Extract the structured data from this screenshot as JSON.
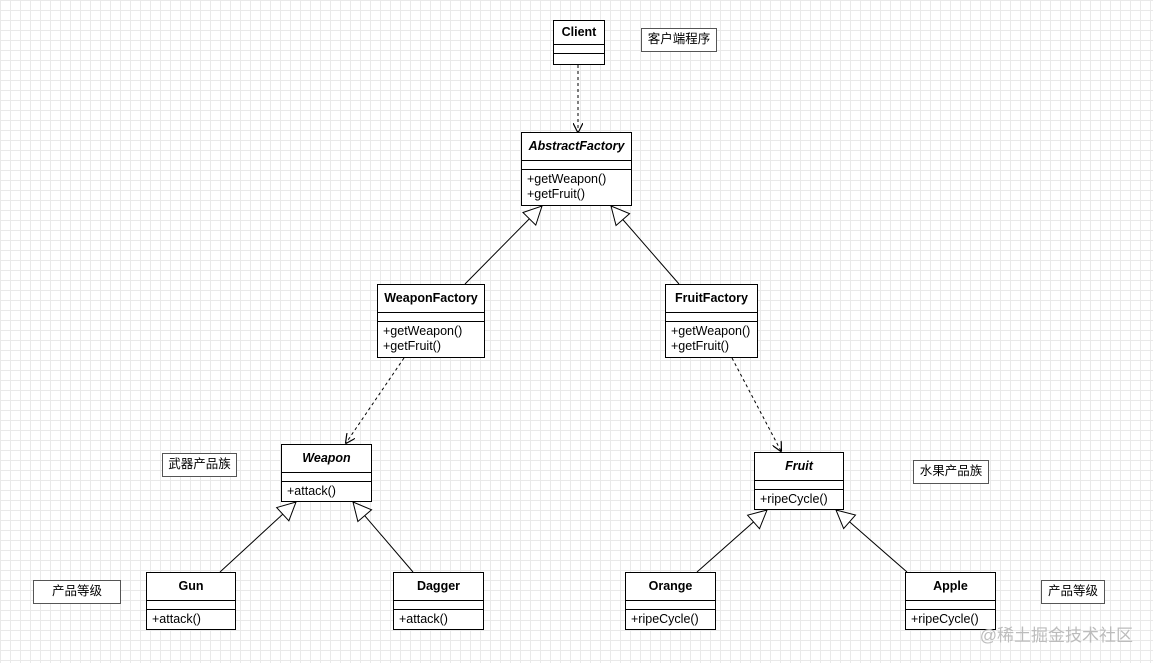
{
  "classes": {
    "client": {
      "name": "Client",
      "operations": []
    },
    "abstract_factory": {
      "name": "AbstractFactory",
      "operations": [
        "+getWeapon()",
        "+getFruit()"
      ]
    },
    "weapon_factory": {
      "name": "WeaponFactory",
      "operations": [
        "+getWeapon()",
        "+getFruit()"
      ]
    },
    "fruit_factory": {
      "name": "FruitFactory",
      "operations": [
        "+getWeapon()",
        "+getFruit()"
      ]
    },
    "weapon": {
      "name": "Weapon",
      "operations": [
        "+attack()"
      ]
    },
    "fruit": {
      "name": "Fruit",
      "operations": [
        "+ripeCycle()"
      ]
    },
    "gun": {
      "name": "Gun",
      "operations": [
        "+attack()"
      ]
    },
    "dagger": {
      "name": "Dagger",
      "operations": [
        "+attack()"
      ]
    },
    "orange": {
      "name": "Orange",
      "operations": [
        "+ripeCycle()"
      ]
    },
    "apple": {
      "name": "Apple",
      "operations": [
        "+ripeCycle()"
      ]
    }
  },
  "notes": {
    "client_note": "客户端程序",
    "weapon_family": "武器产品族",
    "fruit_family": "水果产品族",
    "level_left": "产品等级",
    "level_right": "产品等级"
  },
  "watermark": "@稀土掘金技术社区",
  "edges": [
    {
      "from": "client",
      "to": "abstract_factory",
      "type": "dependency"
    },
    {
      "from": "weapon_factory",
      "to": "abstract_factory",
      "type": "generalization"
    },
    {
      "from": "fruit_factory",
      "to": "abstract_factory",
      "type": "generalization"
    },
    {
      "from": "weapon_factory",
      "to": "weapon",
      "type": "dependency"
    },
    {
      "from": "fruit_factory",
      "to": "fruit",
      "type": "dependency"
    },
    {
      "from": "gun",
      "to": "weapon",
      "type": "generalization"
    },
    {
      "from": "dagger",
      "to": "weapon",
      "type": "generalization"
    },
    {
      "from": "orange",
      "to": "fruit",
      "type": "generalization"
    },
    {
      "from": "apple",
      "to": "fruit",
      "type": "generalization"
    }
  ]
}
